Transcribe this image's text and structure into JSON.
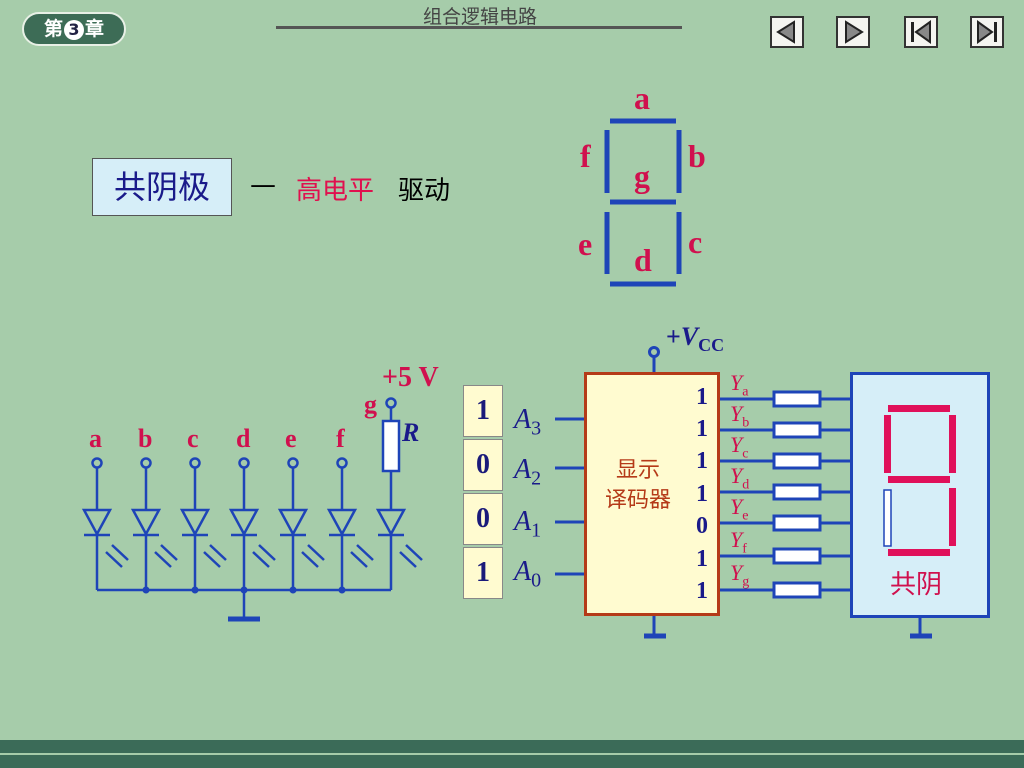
{
  "header": {
    "chapter_prefix": "第",
    "chapter_num": "3",
    "chapter_suffix": "章",
    "title": "组合逻辑电路"
  },
  "nav": [
    "previous",
    "next",
    "first",
    "last"
  ],
  "intro": {
    "cathode_box": "共阴极",
    "dash": "—",
    "high_level": "高电平",
    "drive": "驱动"
  },
  "segment_diagram": {
    "a": "a",
    "b": "b",
    "c": "c",
    "d": "d",
    "e": "e",
    "f": "f",
    "g": "g"
  },
  "led_circuit": {
    "supply": "+5 V",
    "resistor": "R",
    "g_label": "g",
    "inputs": [
      "a",
      "b",
      "c",
      "d",
      "e",
      "f"
    ]
  },
  "decoder": {
    "vcc_plus": "+",
    "vcc_v": "V",
    "vcc_sub": "CC",
    "line1": "显示",
    "line2": "译码器",
    "inputs": [
      {
        "bit": "1",
        "name": "A",
        "sub": "3"
      },
      {
        "bit": "0",
        "name": "A",
        "sub": "2"
      },
      {
        "bit": "0",
        "name": "A",
        "sub": "1"
      },
      {
        "bit": "1",
        "name": "A",
        "sub": "0"
      }
    ],
    "outputs": [
      {
        "bit": "1",
        "name": "Y",
        "sub": "a"
      },
      {
        "bit": "1",
        "name": "Y",
        "sub": "b"
      },
      {
        "bit": "1",
        "name": "Y",
        "sub": "c"
      },
      {
        "bit": "1",
        "name": "Y",
        "sub": "d"
      },
      {
        "bit": "0",
        "name": "Y",
        "sub": "e"
      },
      {
        "bit": "1",
        "name": "Y",
        "sub": "f"
      },
      {
        "bit": "1",
        "name": "Y",
        "sub": "g"
      }
    ]
  },
  "display": {
    "label": "共阴"
  },
  "colors": {
    "background": "#a6ccaa",
    "wire": "#1e44b8",
    "accent": "#d0104e",
    "decoder_border": "#b53a18"
  }
}
